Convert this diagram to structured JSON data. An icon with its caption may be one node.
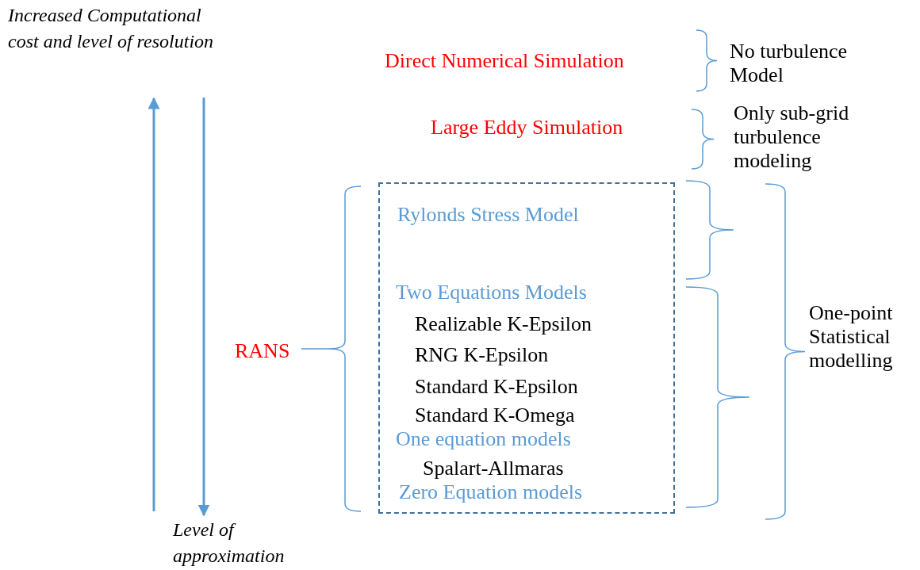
{
  "diagram": {
    "nodes": [
      {
        "text": [
          "Rylonds Stress Model",
          "Two Equations Models",
          "Realizable K-Epsilon",
          "RNG K-Epsilon",
          "Standard K-Epsilon",
          "Standard K-Omega",
          "One equation models",
          "Spalart-Allmaras",
          "Zero Equation models"
        ]
      }
    ],
    "labels": [
      "Increased Computational cost and level of resolution",
      "Direct Numerical Simulation",
      "No turbulence Model",
      "Large Eddy Simulation",
      "Only sub-grid turbulence modeling",
      "RANS",
      "One-point Statistical modelling",
      "Level of approximation"
    ]
  }
}
